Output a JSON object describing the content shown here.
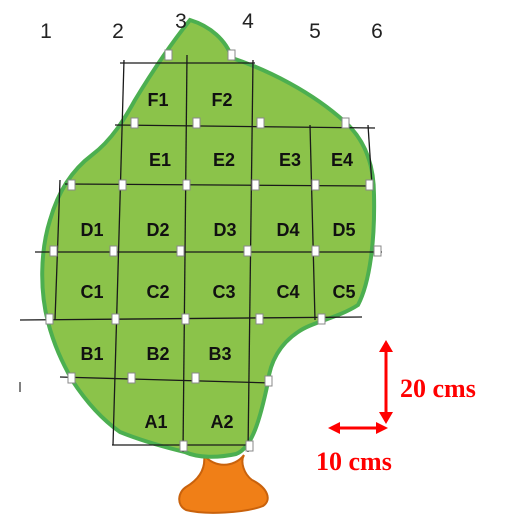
{
  "column_numbers": [
    "1",
    "2",
    "3",
    "4",
    "5",
    "6"
  ],
  "rows": {
    "F": [
      "F1",
      "F2"
    ],
    "E": [
      "E1",
      "E2",
      "E3",
      "E4"
    ],
    "D": [
      "D1",
      "D2",
      "D3",
      "D4",
      "D5"
    ],
    "C": [
      "C1",
      "C2",
      "C3",
      "C4",
      "C5"
    ],
    "B": [
      "B1",
      "B2",
      "B3"
    ],
    "A": [
      "A1",
      "A2"
    ]
  },
  "scale": {
    "vertical_label": "20 cms",
    "horizontal_label": "10 cms",
    "color": "#ff0000"
  },
  "colors": {
    "leaf_fill": "#8bc34a",
    "leaf_outline": "#4caf50",
    "stem_fill": "#f07f17",
    "grid_line": "#1a1a1a"
  }
}
